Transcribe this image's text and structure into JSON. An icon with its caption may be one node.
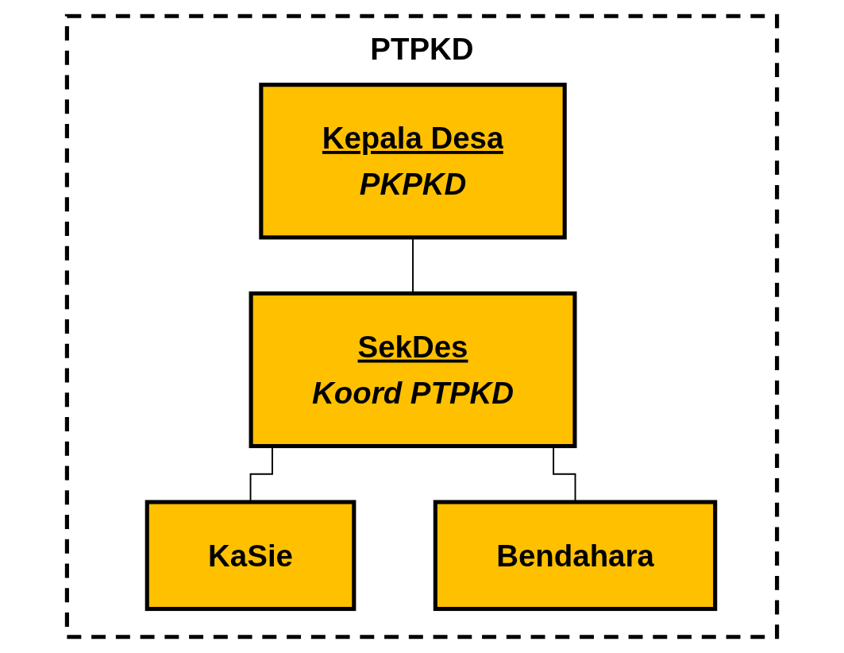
{
  "diagram": {
    "nodes": [
      {
        "text": [
          "PTPKD"
        ]
      },
      {
        "text": [
          "Kepala Desa",
          "PKPKD"
        ],
        "in": 0
      },
      {
        "text": [
          "SekDes",
          "Koord PTPKD"
        ],
        "in": 0
      },
      {
        "text": [
          "KaSie"
        ],
        "in": 0
      },
      {
        "text": [
          "Bendahara"
        ],
        "in": 0
      }
    ],
    "edges": [
      {
        "from": 1,
        "to": 2,
        "arrow": "none"
      },
      {
        "from": 2,
        "to": 3,
        "arrow": "none"
      },
      {
        "from": 2,
        "to": 4,
        "arrow": "none"
      }
    ]
  }
}
